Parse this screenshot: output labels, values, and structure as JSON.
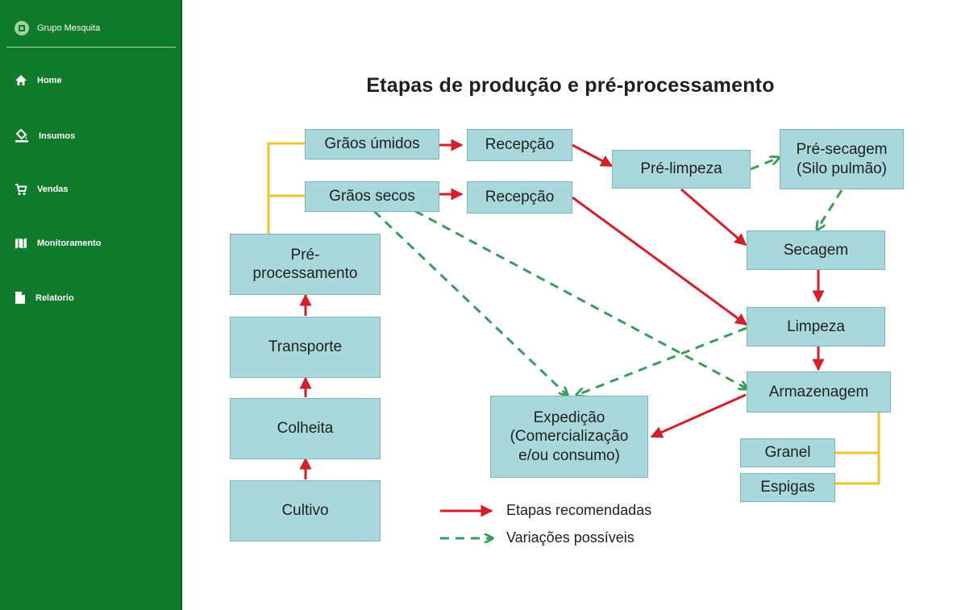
{
  "sidebar": {
    "brand": "Grupo Mesquita",
    "items": [
      {
        "label": "Home",
        "icon": "home-icon"
      },
      {
        "label": "Insumos",
        "icon": "paint-bucket-icon"
      },
      {
        "label": "Vendas",
        "icon": "cart-icon"
      },
      {
        "label": "Monitoramento",
        "icon": "map-icon"
      },
      {
        "label": "Relatorio",
        "icon": "file-icon"
      }
    ],
    "background": "#107a2b"
  },
  "diagram": {
    "title": "Etapas de produção e pré-processamento",
    "boxes": {
      "graos_umidos": "Grãos úmidos",
      "graos_secos": "Grãos secos",
      "recepcao_1": "Recepção",
      "recepcao_2": "Recepção",
      "pre_limpeza": "Pré-limpeza",
      "pre_secagem": "Pré-secagem\n(Silo pulmão)",
      "pre_processamento": "Pré-\nprocessamento",
      "secagem": "Secagem",
      "transporte": "Transporte",
      "limpeza": "Limpeza",
      "armazenagem": "Armazenagem",
      "colheita": "Colheita",
      "expedicao": "Expedição\n(Comercialização\ne/ou consumo)",
      "granel": "Granel",
      "espigas": "Espigas",
      "cultivo": "Cultivo"
    },
    "legend": {
      "recommended": "Etapas recomendadas",
      "variations": "Variações possíveis"
    },
    "colors": {
      "box_fill": "#a8d8dc",
      "recommended_arrow": "#d21f2a",
      "variation_arrow": "#3b9c5a",
      "connector": "#f2c230"
    }
  }
}
